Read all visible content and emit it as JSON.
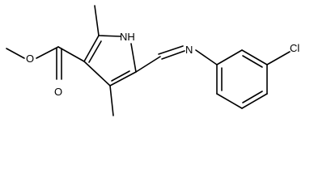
{
  "structure": {
    "atoms": {
      "nh": "NH",
      "imine_n": "N",
      "carbonyl_o": "O",
      "ester_o": "O",
      "chlorine": "Cl"
    }
  },
  "colors": {
    "background": "#ffffff",
    "ink": "#000000"
  }
}
